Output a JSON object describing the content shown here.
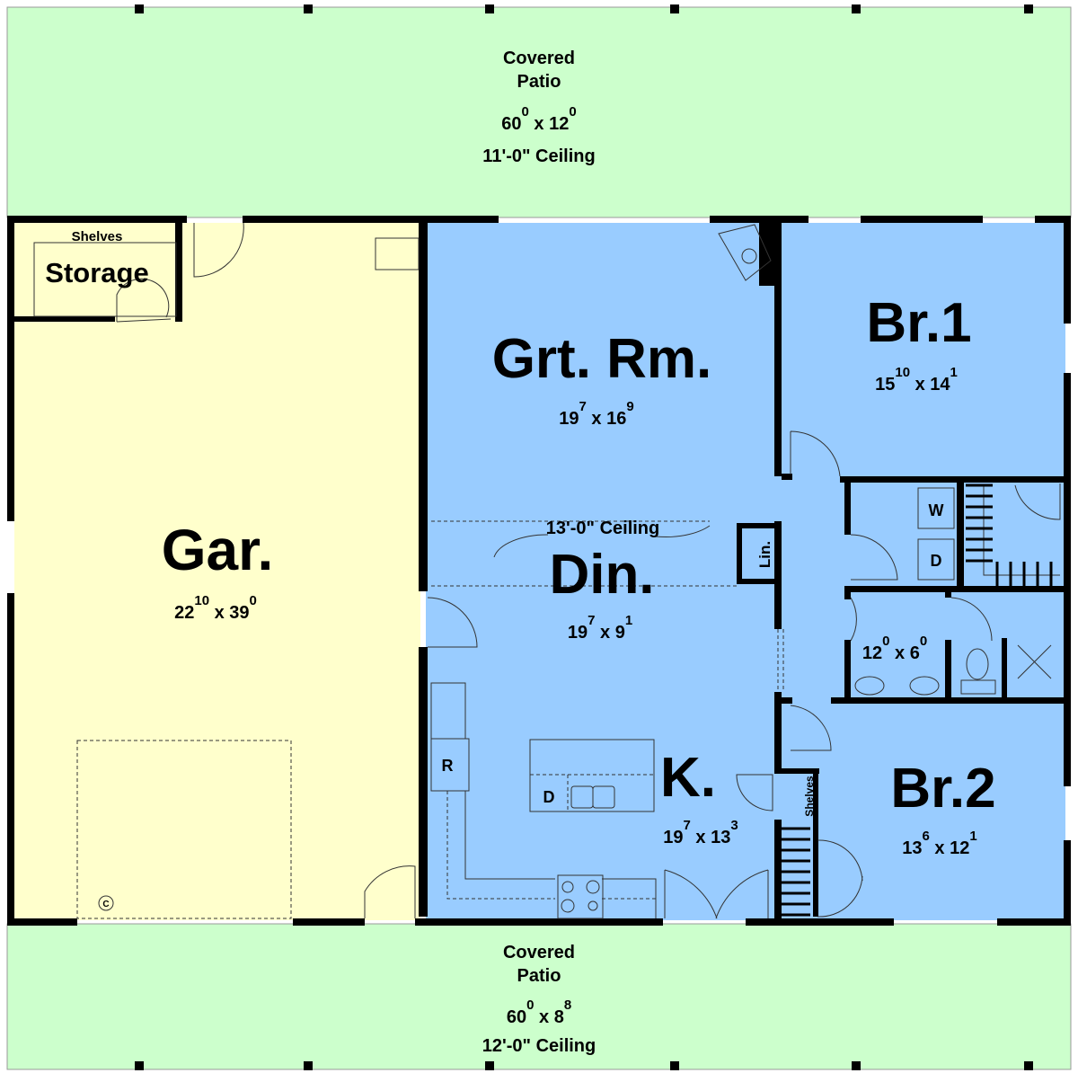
{
  "colors": {
    "patio": "#ccffcc",
    "garage": "#ffffcc",
    "living": "#99ccff",
    "wall": "#000000"
  },
  "patio_top": {
    "name_line1": "Covered",
    "name_line2": "Patio",
    "dims": {
      "w": "60",
      "wi": "0",
      "h": "12",
      "hi": "0"
    },
    "ceiling": "11'-0\" Ceiling"
  },
  "patio_bottom": {
    "name_line1": "Covered",
    "name_line2": "Patio",
    "dims": {
      "w": "60",
      "wi": "0",
      "h": "8",
      "hi": "8"
    },
    "ceiling": "12'-0\" Ceiling"
  },
  "storage": {
    "name": "Storage",
    "shelves": "Shelves"
  },
  "garage": {
    "name": "Gar.",
    "dims": {
      "w": "22",
      "wi": "10",
      "h": "39",
      "hi": "0"
    },
    "c_mark": "C"
  },
  "great_room": {
    "name": "Grt. Rm.",
    "dims": {
      "w": "19",
      "wi": "7",
      "h": "16",
      "hi": "9"
    }
  },
  "dining": {
    "name": "Din.",
    "dims": {
      "w": "19",
      "wi": "7",
      "h": "9",
      "hi": "1"
    },
    "ceiling": "13'-0\" Ceiling"
  },
  "kitchen": {
    "name": "K.",
    "dims": {
      "w": "19",
      "wi": "7",
      "h": "13",
      "hi": "3"
    },
    "fridge": "R",
    "dishwasher": "D"
  },
  "bedroom1": {
    "name": "Br.1",
    "dims": {
      "w": "15",
      "wi": "10",
      "h": "14",
      "hi": "1"
    }
  },
  "bedroom2": {
    "name": "Br.2",
    "dims": {
      "w": "13",
      "wi": "6",
      "h": "12",
      "hi": "1"
    }
  },
  "linen": {
    "name": "Lin."
  },
  "hall_shelves": {
    "name": "Shelves"
  },
  "laundry": {
    "washer": "W",
    "dryer": "D"
  },
  "bath": {
    "dims": {
      "w": "12",
      "wi": "0",
      "h": "6",
      "hi": "0"
    }
  }
}
